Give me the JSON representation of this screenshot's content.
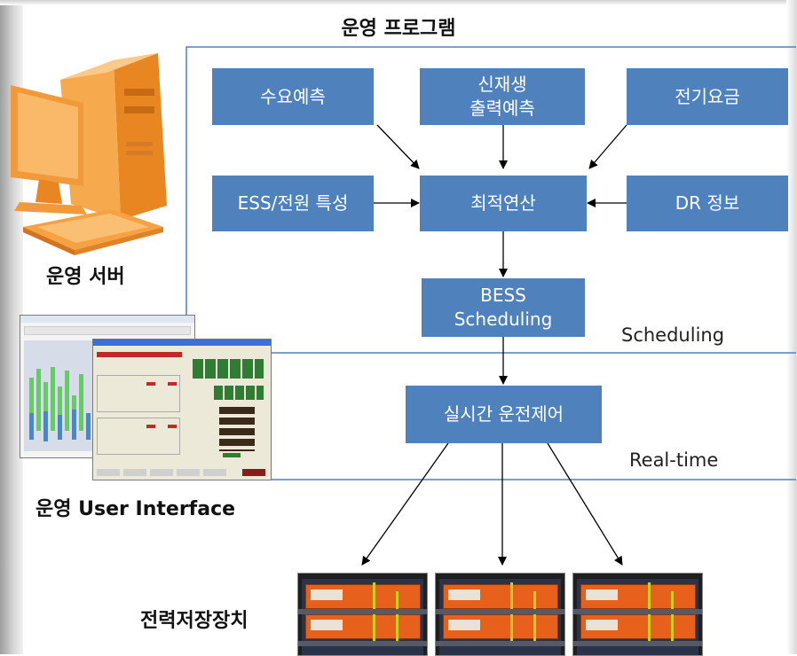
{
  "title": "운영 프로그램",
  "server_label": "운영 서버",
  "ui_label": "운영 User Interface",
  "storage_label": "전력저장장치",
  "zones": {
    "scheduling": "Scheduling",
    "realtime": "Real-time"
  },
  "boxes": {
    "demand": "수요예측",
    "renewable": "신재생\n출력예측",
    "tariff": "전기요금",
    "ess": "ESS/전원 특성",
    "optimize": "최적연산",
    "dr": "DR 정보",
    "bess": "BESS\nScheduling",
    "control": "실시간 운전제어"
  },
  "colors": {
    "box": "#4f81bd",
    "computer": "#f5a04a",
    "battery": "#e8611c"
  }
}
